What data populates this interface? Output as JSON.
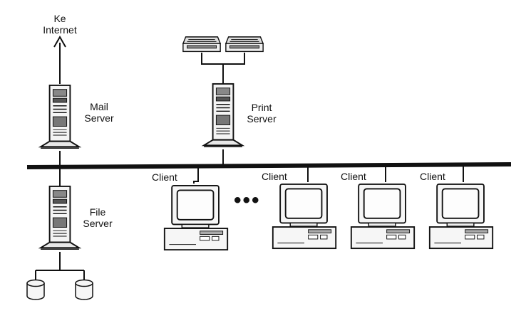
{
  "labels": {
    "internet_line1": "Ke",
    "internet_line2": "Internet",
    "mail_line1": "Mail",
    "mail_line2": "Server",
    "print_line1": "Print",
    "print_line2": "Server",
    "file_line1": "File",
    "file_line2": "Server",
    "client": "Client",
    "ellipsis": "•••"
  }
}
